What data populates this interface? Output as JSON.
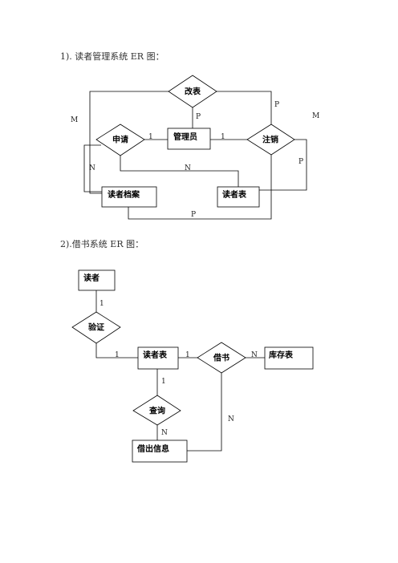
{
  "captions": {
    "reader_system": "1). 读者管理系统 ER 图：",
    "borrow_system": "2).借书系统 ER 图："
  },
  "diagram1": {
    "entities": {
      "admin": "管理员",
      "reader_archive": "读者档案",
      "reader_table": "读者表"
    },
    "relationships": {
      "modify_table": "改表",
      "apply": "申请",
      "cancel": "注销"
    },
    "cardinalities": {
      "m_left": "M",
      "m_right": "M",
      "p_top": "P",
      "p_admin": "P",
      "one_apply_admin": "1",
      "one_admin_cancel": "1",
      "n_left": "N",
      "n_mid": "N",
      "p_right": "P",
      "p_bottom": "P"
    }
  },
  "diagram2": {
    "entities": {
      "reader": "读者",
      "reader_table": "读者表",
      "inventory": "库存表",
      "loan_info": "借出信息"
    },
    "relationships": {
      "verify": "验证",
      "borrow": "借书",
      "query": "查询"
    },
    "cardinalities": {
      "one_reader": "1",
      "one_verify_table": "1",
      "one_table_borrow": "1",
      "n_borrow_inventory": "N",
      "one_table_query": "1",
      "n_query_loan": "N",
      "n_borrow_loan": "N"
    }
  }
}
